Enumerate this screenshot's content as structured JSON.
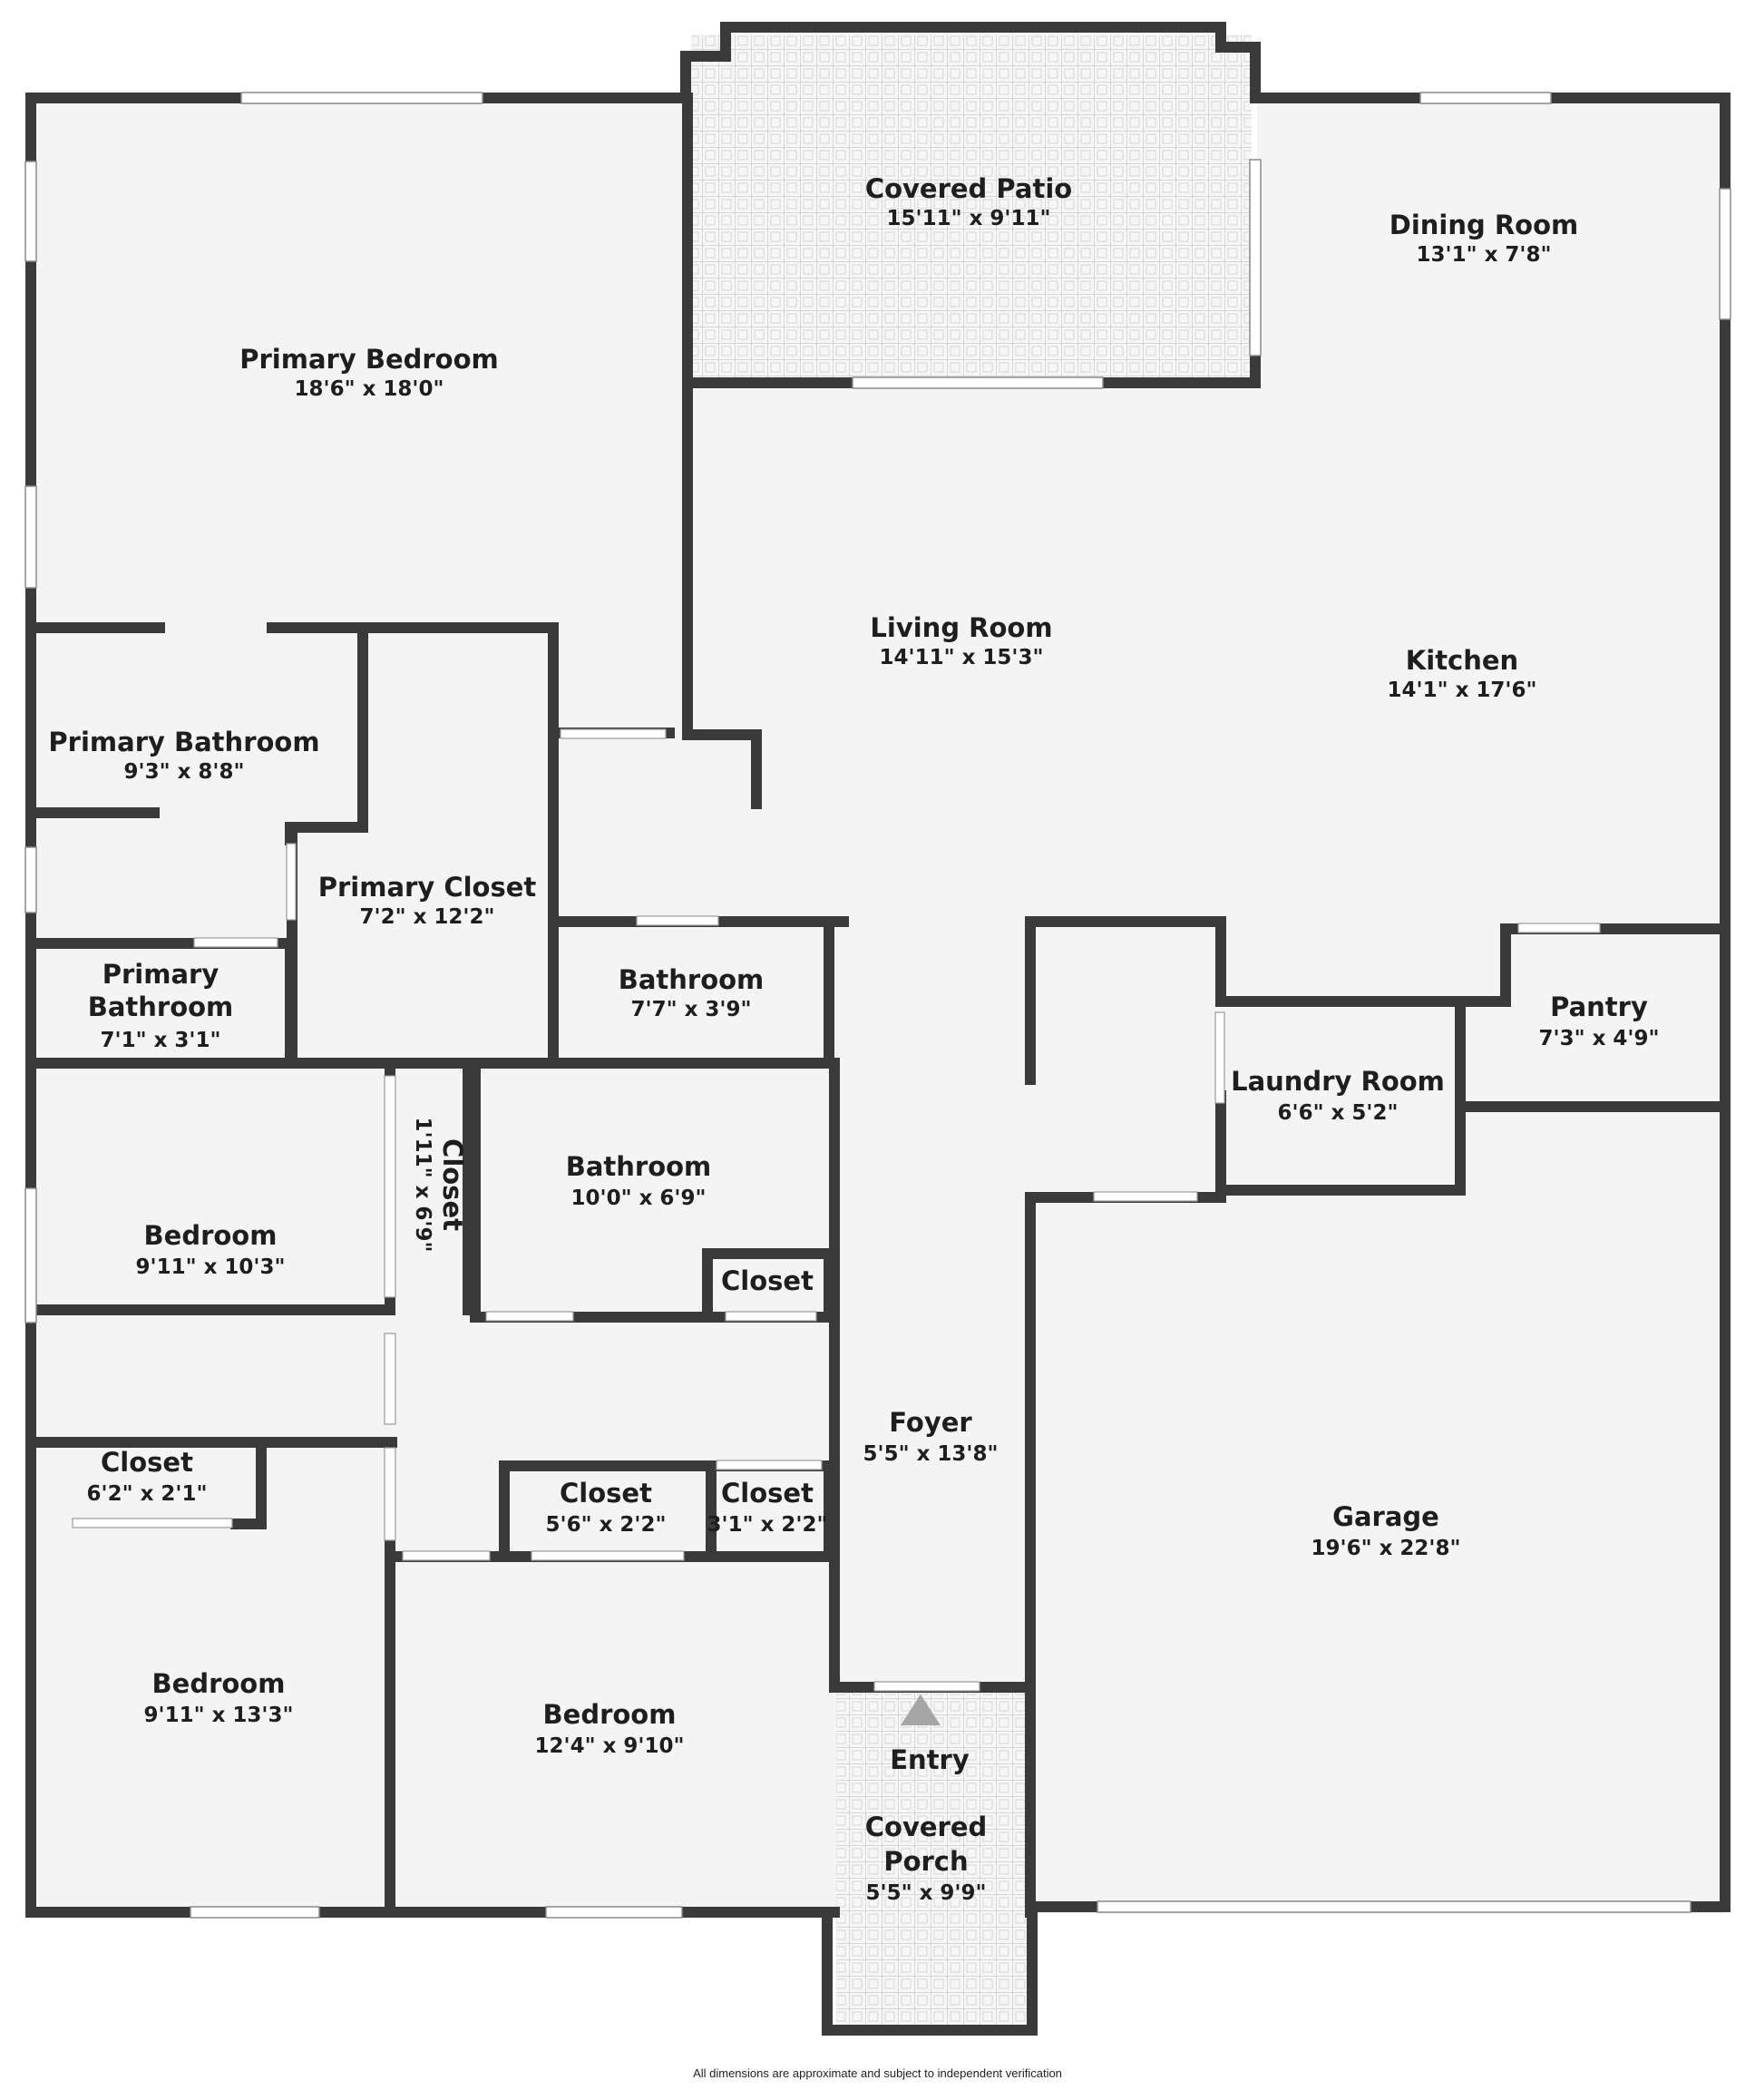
{
  "rooms": {
    "covered_patio": {
      "name": "Covered Patio",
      "dims": "15'11\" x 9'11\""
    },
    "dining_room": {
      "name": "Dining Room",
      "dims": "13'1\" x 7'8\""
    },
    "primary_bedroom": {
      "name": "Primary Bedroom",
      "dims": "18'6\" x 18'0\""
    },
    "living_room": {
      "name": "Living Room",
      "dims": "14'11\" x 15'3\""
    },
    "kitchen": {
      "name": "Kitchen",
      "dims": "14'1\" x 17'6\""
    },
    "primary_bathroom_1": {
      "name": "Primary Bathroom",
      "dims": "9'3\" x 8'8\""
    },
    "primary_closet": {
      "name": "Primary Closet",
      "dims": "7'2\" x 12'2\""
    },
    "primary_bathroom_2": {
      "name_line1": "Primary",
      "name_line2": "Bathroom",
      "dims": "7'1\" x 3'1\""
    },
    "bathroom_1": {
      "name": "Bathroom",
      "dims": "7'7\" x 3'9\""
    },
    "pantry": {
      "name": "Pantry",
      "dims": "7'3\" x 4'9\""
    },
    "laundry_room": {
      "name": "Laundry Room",
      "dims": "6'6\" x 5'2\""
    },
    "bedroom_1": {
      "name": "Bedroom",
      "dims": "9'11\" x 10'3\""
    },
    "closet_vertical": {
      "name": "Closet",
      "dims": "1'11\" x 6'9\""
    },
    "bathroom_2": {
      "name": "Bathroom",
      "dims": "10'0\" x 6'9\""
    },
    "closet_small": {
      "name": "Closet"
    },
    "foyer": {
      "name": "Foyer",
      "dims": "5'5\" x 13'8\""
    },
    "closet_2": {
      "name": "Closet",
      "dims": "6'2\" x 2'1\""
    },
    "closet_3": {
      "name": "Closet",
      "dims": "5'6\" x 2'2\""
    },
    "closet_4": {
      "name": "Closet",
      "dims": "3'1\" x 2'2\""
    },
    "garage": {
      "name": "Garage",
      "dims": "19'6\" x 22'8\""
    },
    "bedroom_2": {
      "name": "Bedroom",
      "dims": "9'11\" x 13'3\""
    },
    "bedroom_3": {
      "name": "Bedroom",
      "dims": "12'4\" x 9'10\""
    },
    "entry": {
      "name": "Entry"
    },
    "covered_porch": {
      "name_line1": "Covered",
      "name_line2": "Porch",
      "dims": "5'5\" x 9'9\""
    }
  },
  "footer_note": "All dimensions are approximate and subject to independent verification",
  "colors": {
    "wall": "#3a3a3a",
    "floor": "#f4f4f4",
    "patio_tile": "#c4c4c4",
    "window": "#ffffff",
    "entry_marker": "#a6a6a6",
    "text": "#1e1e1e"
  }
}
